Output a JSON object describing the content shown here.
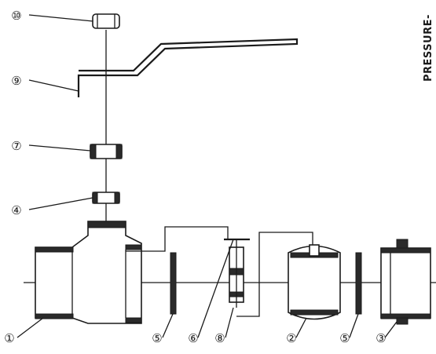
{
  "side_text": "PRESSURE-",
  "parts": [
    {
      "id": "p10",
      "label": "⑩"
    },
    {
      "id": "p9",
      "label": "⑨"
    },
    {
      "id": "p7",
      "label": "⑦"
    },
    {
      "id": "p4",
      "label": "④"
    },
    {
      "id": "p1",
      "label": "①"
    },
    {
      "id": "p5a",
      "label": "⑤"
    },
    {
      "id": "p6",
      "label": "⑥"
    },
    {
      "id": "p8",
      "label": "⑧"
    },
    {
      "id": "p2",
      "label": "②"
    },
    {
      "id": "p5b",
      "label": "⑤"
    },
    {
      "id": "p3",
      "label": "③"
    }
  ]
}
